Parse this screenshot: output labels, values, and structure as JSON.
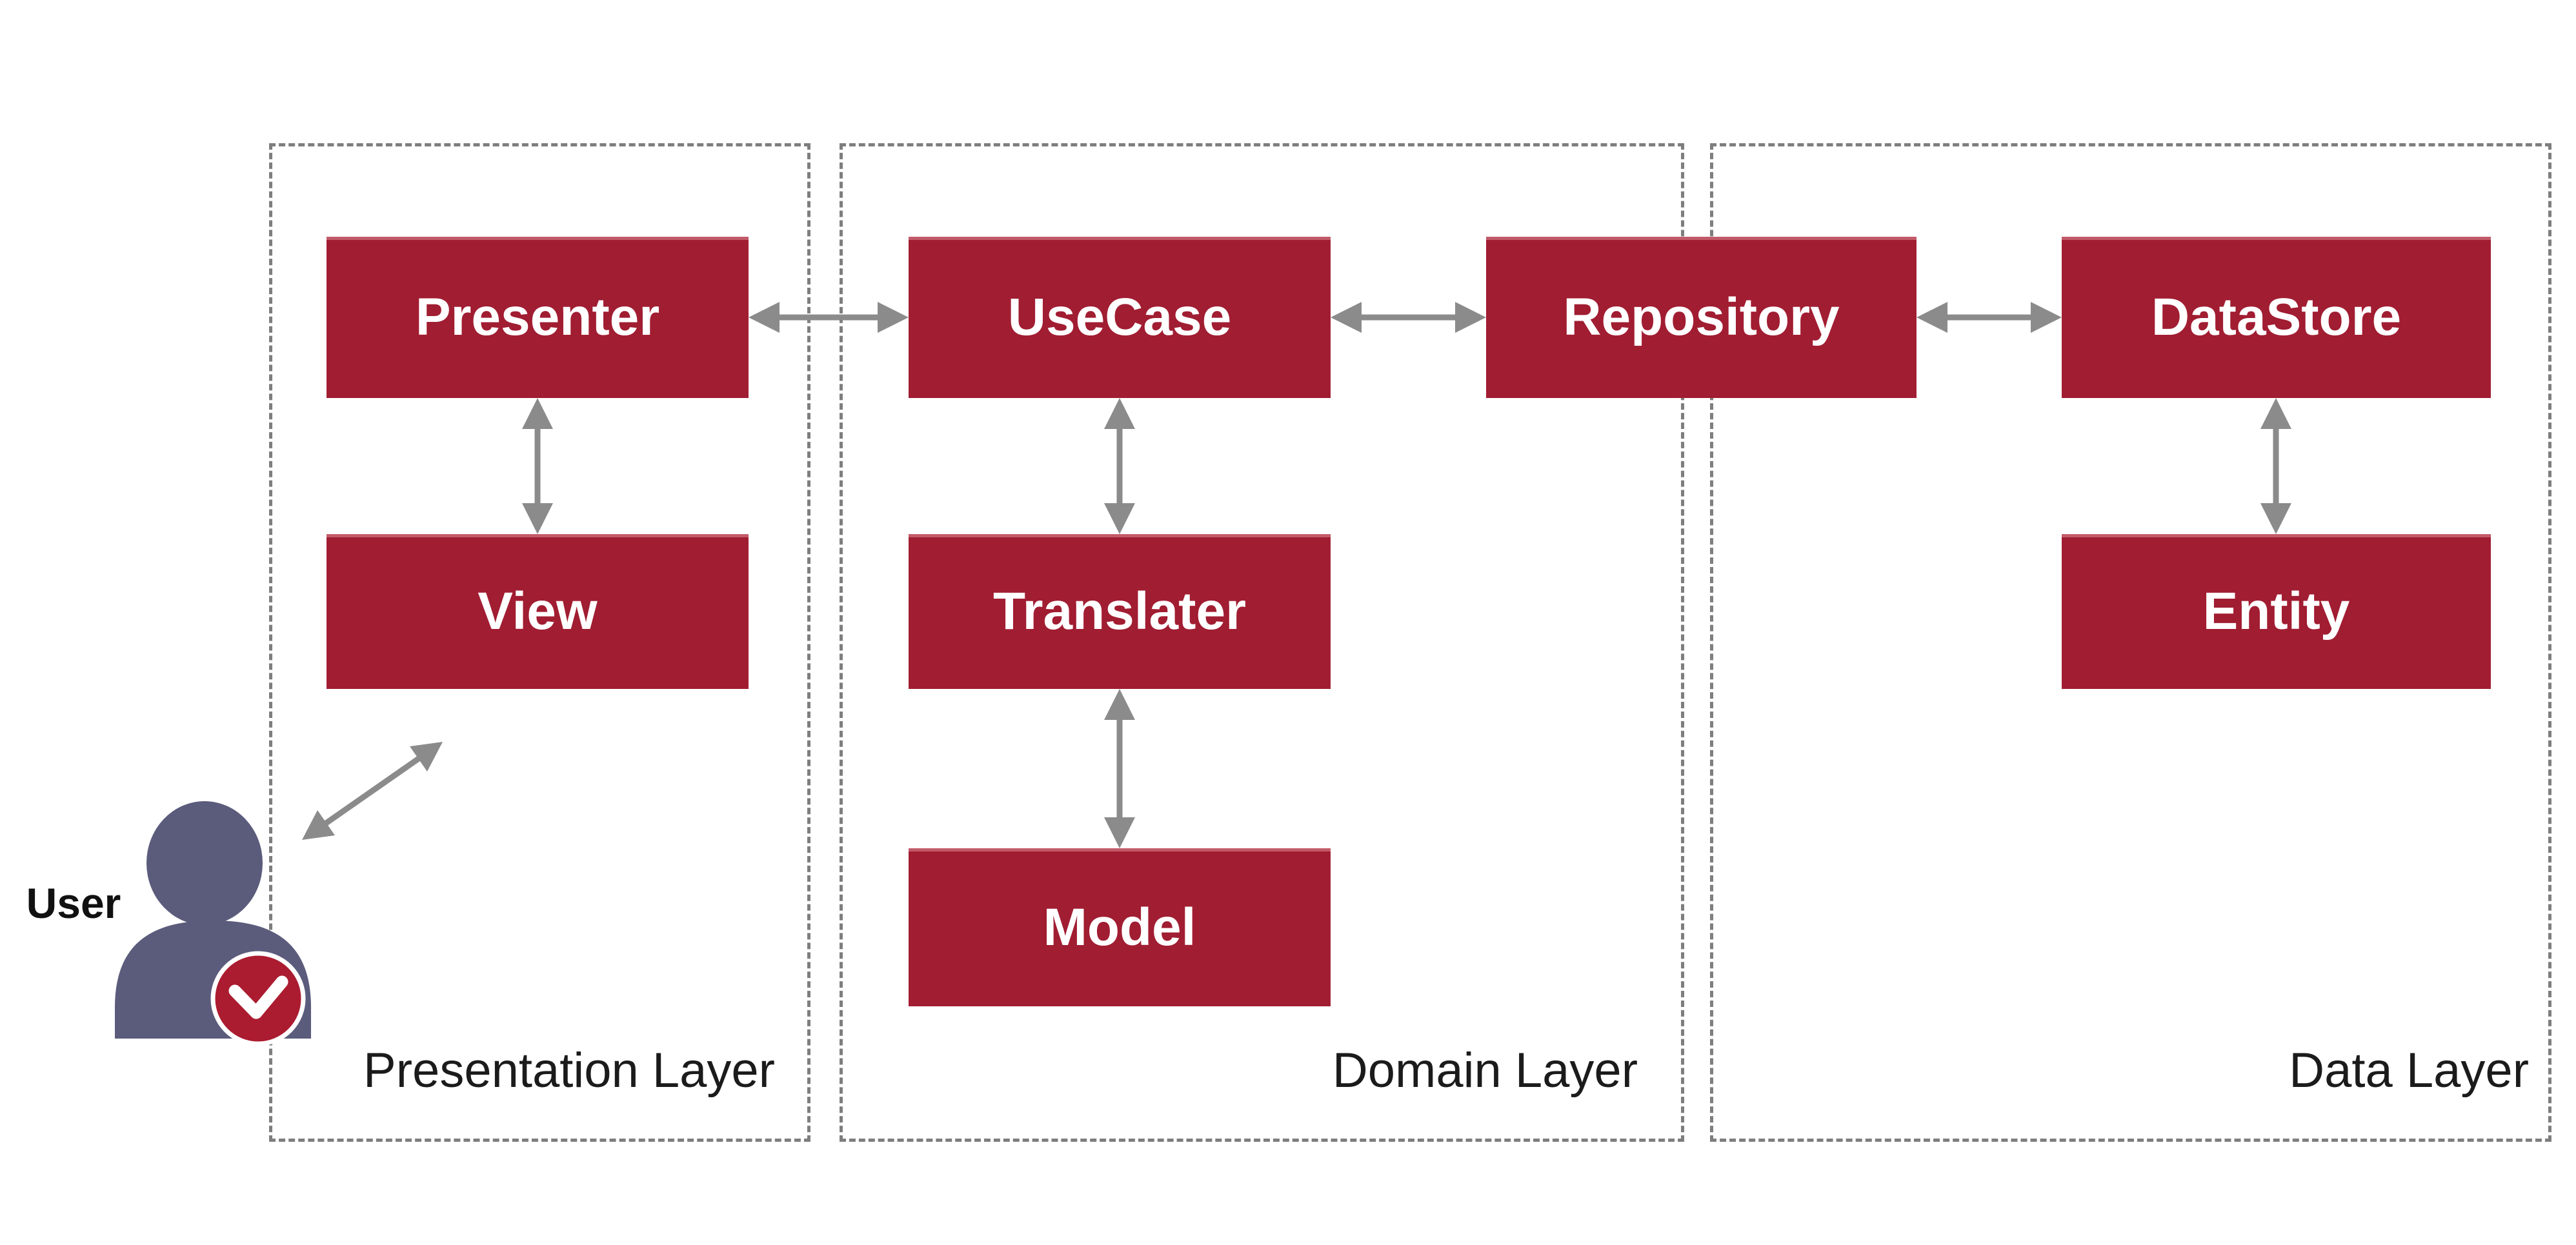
{
  "diagram": {
    "layers": {
      "presentation": {
        "label": "Presentation Layer"
      },
      "domain": {
        "label": "Domain Layer"
      },
      "data": {
        "label": "Data Layer"
      }
    },
    "nodes": {
      "presenter": {
        "label": "Presenter",
        "layer": "Presentation Layer"
      },
      "view": {
        "label": "View",
        "layer": "Presentation Layer"
      },
      "usecase": {
        "label": "UseCase",
        "layer": "Domain Layer"
      },
      "translater": {
        "label": "Translater",
        "layer": "Domain Layer"
      },
      "model": {
        "label": "Model",
        "layer": "Domain Layer"
      },
      "repository": {
        "label": "Repository",
        "layer": "Domain Layer / Data Layer boundary"
      },
      "datastore": {
        "label": "DataStore",
        "layer": "Data Layer"
      },
      "entity": {
        "label": "Entity",
        "layer": "Data Layer"
      }
    },
    "actor": {
      "label": "User",
      "badge": "check"
    },
    "connections": [
      {
        "from": "User",
        "to": "View",
        "bidirectional": true
      },
      {
        "from": "Presenter",
        "to": "View",
        "bidirectional": true
      },
      {
        "from": "Presenter",
        "to": "UseCase",
        "bidirectional": true
      },
      {
        "from": "UseCase",
        "to": "Translater",
        "bidirectional": true
      },
      {
        "from": "Translater",
        "to": "Model",
        "bidirectional": true
      },
      {
        "from": "UseCase",
        "to": "Repository",
        "bidirectional": true
      },
      {
        "from": "Repository",
        "to": "DataStore",
        "bidirectional": true
      },
      {
        "from": "DataStore",
        "to": "Entity",
        "bidirectional": true
      }
    ],
    "colors": {
      "node_fill": "#a11d32",
      "node_text": "#ffffff",
      "arrow": "#8b8b8b",
      "layer_border": "#7e7e7e",
      "layer_label_text": "#1b1b1b",
      "actor_fill": "#5b5b7c",
      "badge_fill": "#ab1c30",
      "badge_check": "#ffffff",
      "background": "#ffffff"
    }
  }
}
